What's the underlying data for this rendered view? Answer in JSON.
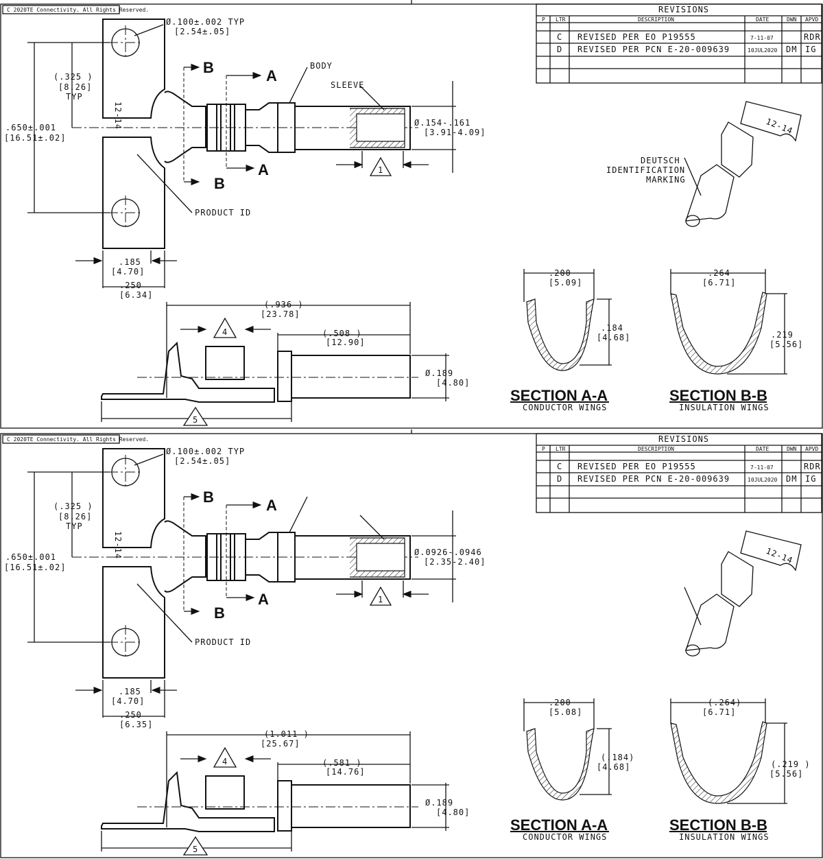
{
  "sheets": [
    {
      "copyright": "C 2020TE Connectivity. All Rights Reserved.",
      "revisions": {
        "title": "REVISIONS",
        "headers": [
          "P",
          "LTR",
          "DESCRIPTION",
          "DATE",
          "DWN",
          "APVD"
        ],
        "rows": [
          [
            "",
            "C",
            "REVISED PER EO P19555",
            "7-11-07",
            "",
            "RDR"
          ],
          [
            "",
            "D",
            "REVISED PER PCN E-20-009639",
            "10JUL2020",
            "DM",
            "IG"
          ]
        ]
      },
      "dims": {
        "hole": [
          "Ø.100±.002  TYP",
          "[2.54±.05]"
        ],
        "pitch": [
          "(.325  )",
          "[8.26]",
          "TYP"
        ],
        "height": [
          ".650±.001",
          "[16.51±.02]"
        ],
        "tip": [
          "Ø.154-.161",
          "[3.91-4.09]"
        ],
        "w185": [
          ".185",
          "[4.70]"
        ],
        "w250": [
          ".250",
          "[6.34]"
        ],
        "len_total": [
          "(.936    )",
          "[23.78]"
        ],
        "len_barrel": [
          "(.508    )",
          "[12.90]"
        ],
        "dia189": [
          "Ø.189",
          "[4.80]"
        ],
        "secA": [
          ".200",
          "[5.09]"
        ],
        "secA_h": [
          ".184",
          "[4.68]"
        ],
        "secB": [
          ".264",
          "[6.71]"
        ],
        "secB_h": [
          ".219",
          "[5.56]"
        ]
      },
      "labels": {
        "body": "BODY",
        "sleeve": "SLEEVE",
        "product_id": "PRODUCT ID",
        "marking_id": "12-14",
        "ident": [
          "DEUTSCH",
          "IDENTIFICATION",
          "MARKING"
        ],
        "sec_a": "SECTION  A-A",
        "sec_a_sub": "CONDUCTOR WINGS",
        "sec_b": "SECTION  B-B",
        "sec_b_sub": "INSULATION WINGS",
        "A": "A",
        "B": "B",
        "n1": "1",
        "n4": "4",
        "n5": "5"
      }
    },
    {
      "copyright": "C 2020TE Connectivity. All Rights Reserved.",
      "revisions": {
        "title": "REVISIONS",
        "headers": [
          "P",
          "LTR",
          "DESCRIPTION",
          "DATE",
          "DWN",
          "APVD"
        ],
        "rows": [
          [
            "",
            "C",
            "REVISED PER EO P19555",
            "7-11-07",
            "",
            "RDR"
          ],
          [
            "",
            "D",
            "REVISED PER PCN E-20-009639",
            "10JUL2020",
            "DM",
            "IG"
          ]
        ]
      },
      "dims": {
        "hole": [
          "Ø.100±.002  TYP",
          "[2.54±.05]"
        ],
        "pitch": [
          "(.325  )",
          "[8.26]",
          "TYP"
        ],
        "height": [
          ".650±.001",
          "[16.51±.02]"
        ],
        "tip": [
          "Ø.0926-.0946",
          "[2.35-2.40]"
        ],
        "w185": [
          ".185",
          "[4.70]"
        ],
        "w250": [
          ".250",
          "[6.35]"
        ],
        "len_total": [
          "(1.011  )",
          "[25.67]"
        ],
        "len_barrel": [
          "(.581    )",
          "[14.76]"
        ],
        "dia189": [
          "Ø.189",
          "[4.80]"
        ],
        "secA": [
          ".200",
          "[5.08]"
        ],
        "secA_h": [
          "(.184)",
          "[4.68]"
        ],
        "secB": [
          "(.264)",
          "[6.71]"
        ],
        "secB_h": [
          "(.219  )",
          "[5.56]"
        ]
      },
      "labels": {
        "body": "",
        "sleeve": "",
        "product_id": "PRODUCT ID",
        "marking_id": "12-14",
        "ident": [],
        "sec_a": "SECTION  A-A",
        "sec_a_sub": "CONDUCTOR WINGS",
        "sec_b": "SECTION  B-B",
        "sec_b_sub": "INSULATION WINGS",
        "A": "A",
        "B": "B",
        "n1": "1",
        "n4": "4",
        "n5": "5"
      }
    }
  ]
}
